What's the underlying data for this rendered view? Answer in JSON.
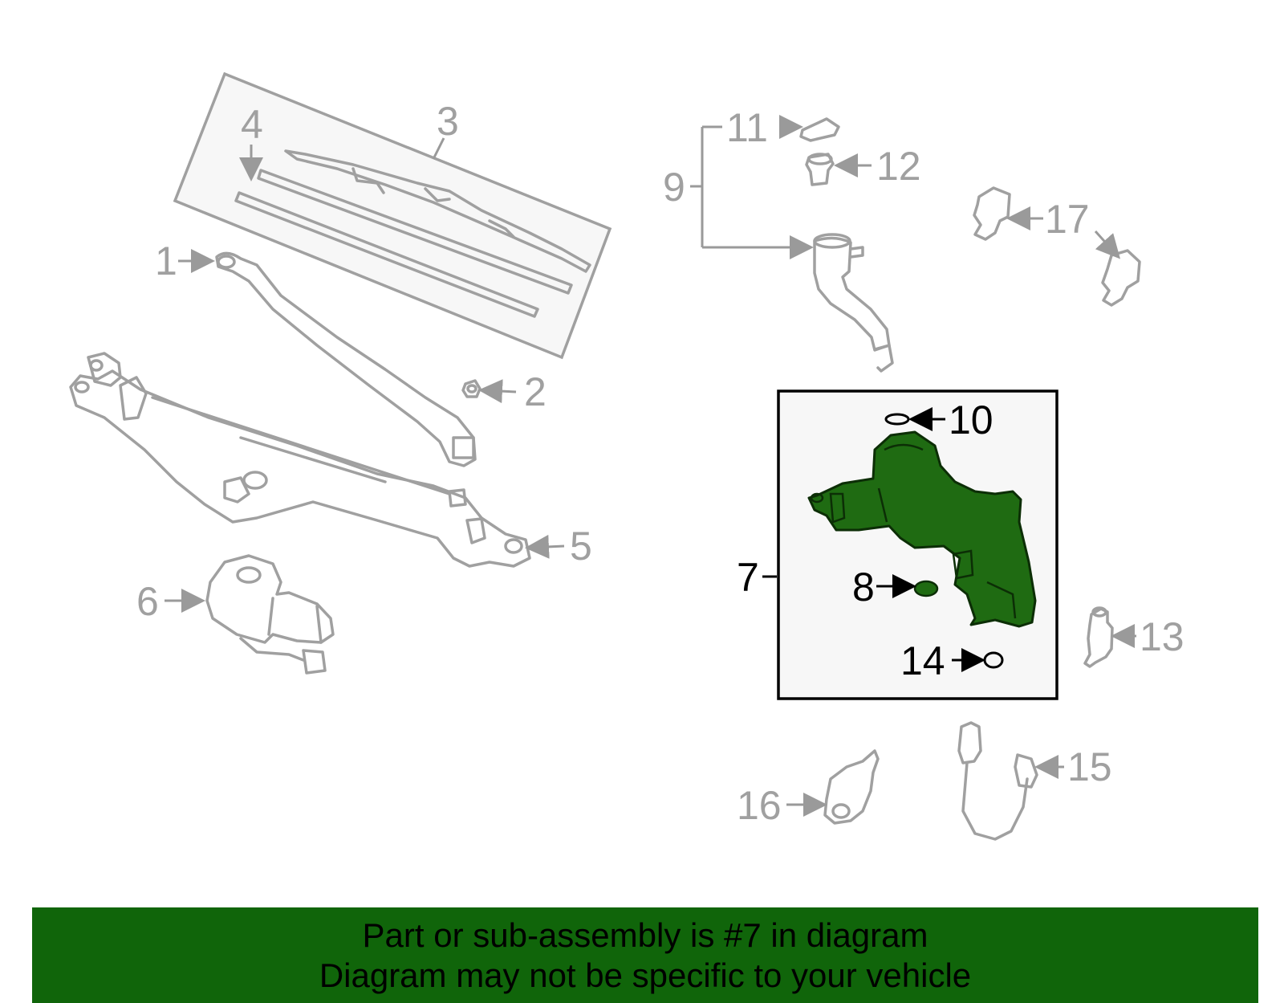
{
  "callouts": {
    "c1": "1",
    "c2": "2",
    "c3": "3",
    "c4": "4",
    "c5": "5",
    "c6": "6",
    "c7": "7",
    "c8": "8",
    "c9": "9",
    "c10": "10",
    "c11": "11",
    "c12": "12",
    "c13": "13",
    "c14": "14",
    "c15": "15",
    "c16": "16",
    "c17": "17"
  },
  "highlighted_part": "7",
  "colors": {
    "highlight_fill": "#1f6b12",
    "gray_part": "#a0a0a0",
    "banner_bg": "#10650a",
    "box_bg": "#f7f7f7"
  },
  "banner": {
    "line1": "Part or sub-assembly is #7 in diagram",
    "line2": "Diagram may not be specific to your vehicle"
  }
}
